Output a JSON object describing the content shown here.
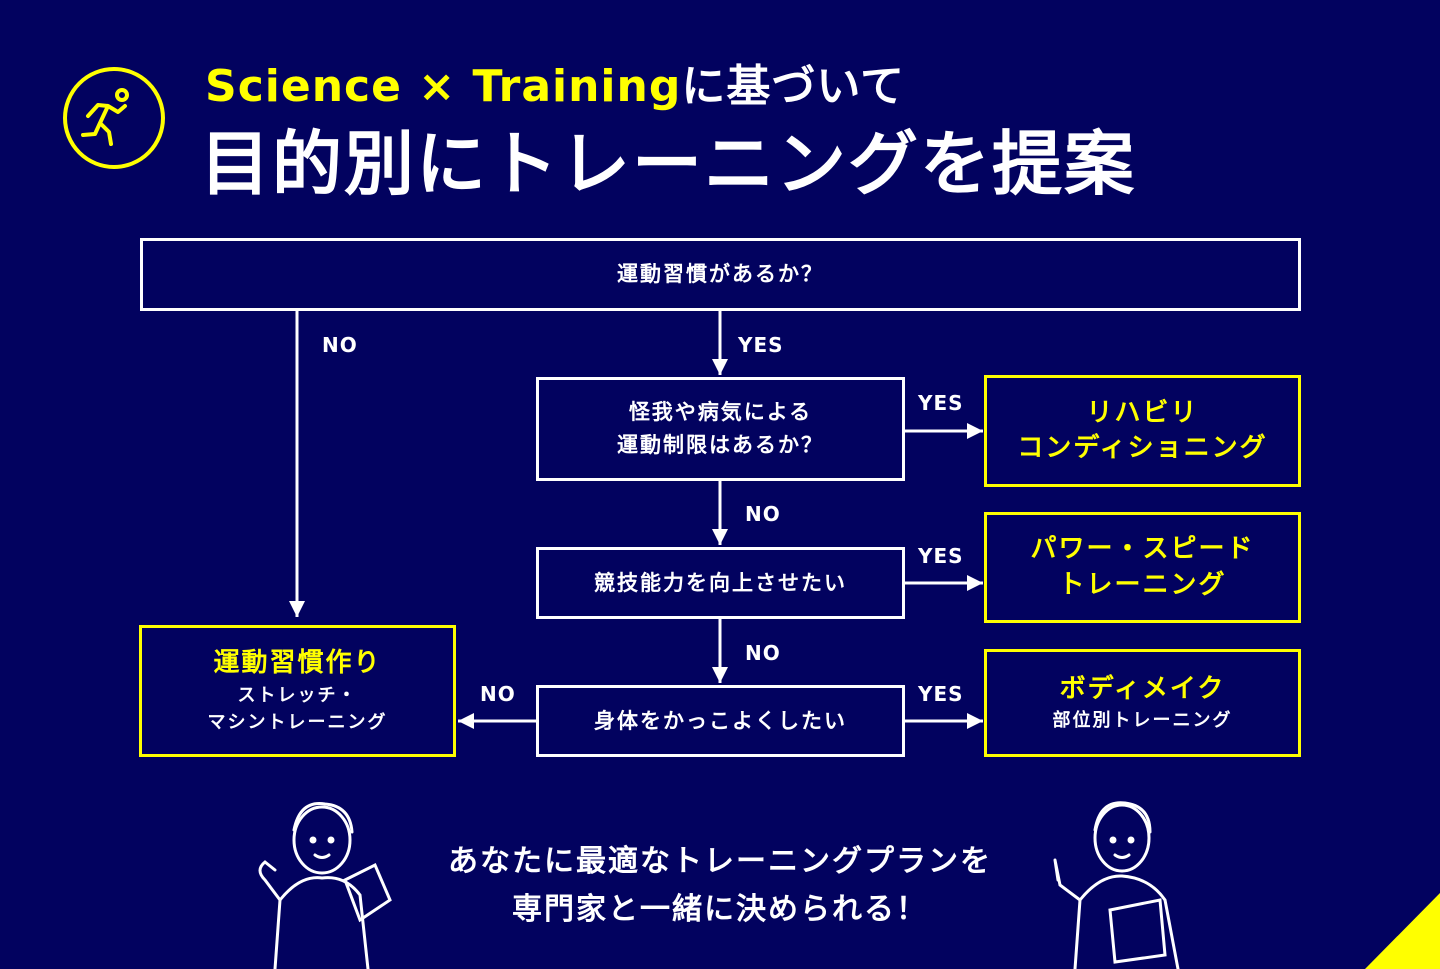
{
  "header": {
    "subtitle_en": "Science × Training",
    "subtitle_jp": "に基づいて",
    "title": "目的別にトレーニングを提案",
    "logo_icon": "running-person-icon"
  },
  "flow": {
    "q1": "運動習慣があるか？",
    "q2_line1": "怪我や病気による",
    "q2_line2": "運動制限はあるか？",
    "q3": "競技能力を向上させたい",
    "q4": "身体をかっこよくしたい",
    "yes": "YES",
    "no": "NO"
  },
  "results": {
    "rehab": {
      "line1": "リハビリ",
      "line2": "コンディショニング"
    },
    "power": {
      "line1": "パワー・スピード",
      "line2": "トレーニング"
    },
    "body": {
      "title": "ボディメイク",
      "sub": "部位別トレーニング"
    },
    "habit": {
      "title": "運動習慣作り",
      "sub1": "ストレッチ・",
      "sub2": "マシントレーニング"
    }
  },
  "footer": {
    "line1": "あなたに最適なトレーニングプランを",
    "line2": "専門家と一緒に決められる！"
  },
  "colors": {
    "background": "#02025f",
    "accent": "#ffff00",
    "line": "#ffffff"
  }
}
